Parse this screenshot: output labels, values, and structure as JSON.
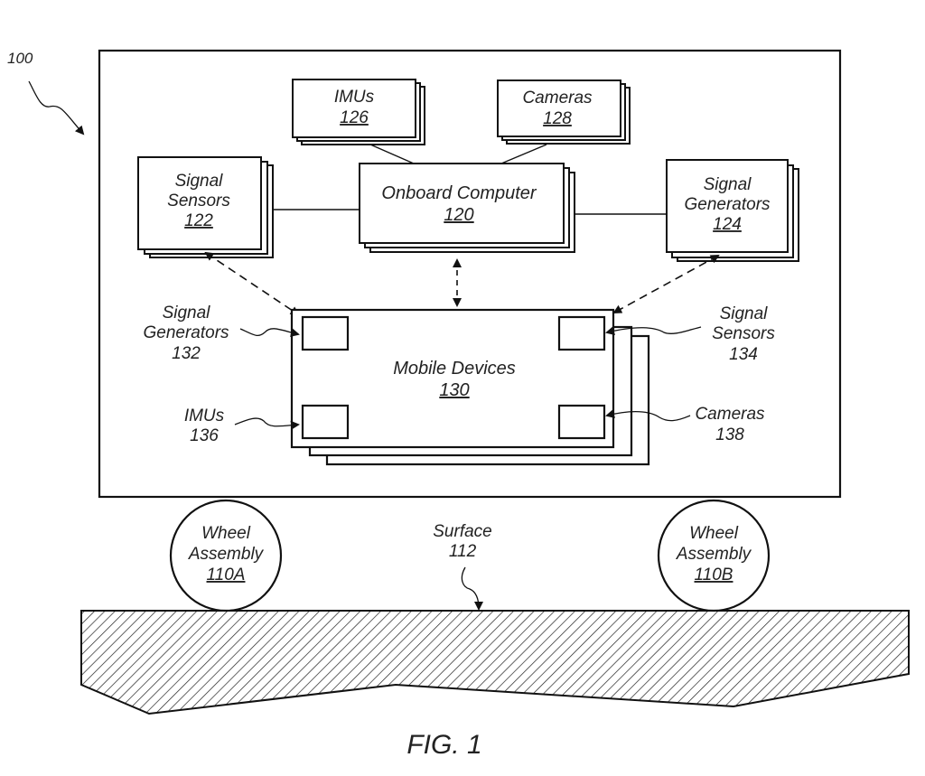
{
  "diagram": {
    "figure_label": "FIG. 1",
    "system_ref": "100",
    "components": {
      "onboard_computer": {
        "name": "Onboard Computer",
        "ref": "120"
      },
      "imus_top": {
        "name": "IMUs",
        "ref": "126"
      },
      "cameras_top": {
        "name": "Cameras",
        "ref": "128"
      },
      "signal_sensors_top": {
        "line1": "Signal",
        "line2": "Sensors",
        "ref": "122"
      },
      "signal_generators_top": {
        "line1": "Signal",
        "line2": "Generators",
        "ref": "124"
      },
      "mobile_devices": {
        "name": "Mobile Devices",
        "ref": "130"
      },
      "wheel_a": {
        "line1": "Wheel",
        "line2": "Assembly",
        "ref": "110A"
      },
      "wheel_b": {
        "line1": "Wheel",
        "line2": "Assembly",
        "ref": "110B"
      }
    },
    "callouts": {
      "signal_generators_132": {
        "line1": "Signal",
        "line2": "Generators",
        "ref": "132"
      },
      "signal_sensors_134": {
        "line1": "Signal",
        "line2": "Sensors",
        "ref": "134"
      },
      "imus_136": {
        "line1": "IMUs",
        "ref": "136"
      },
      "cameras_138": {
        "line1": "Cameras",
        "ref": "138"
      },
      "surface_112": {
        "line1": "Surface",
        "ref": "112"
      }
    }
  }
}
